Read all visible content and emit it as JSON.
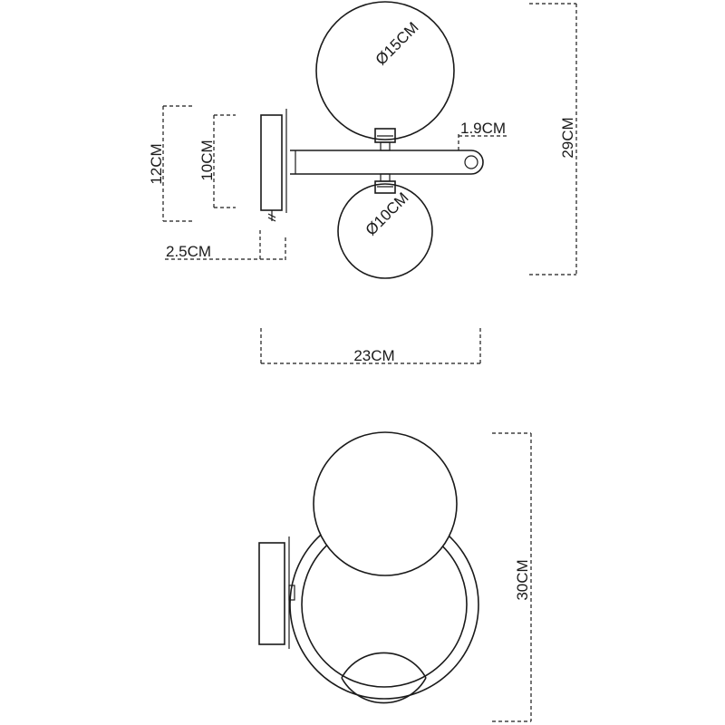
{
  "dimensions": {
    "globe_large_diameter": "Ø15CM",
    "globe_small_diameter": "Ø10CM",
    "arm_diameter": "1.9CM",
    "overall_height_top": "29CM",
    "backplate_height": "12CM",
    "backplate_inner_height": "10CM",
    "backplate_depth": "2.5CM",
    "overall_width": "23CM",
    "overall_height_bottom": "30CM"
  }
}
